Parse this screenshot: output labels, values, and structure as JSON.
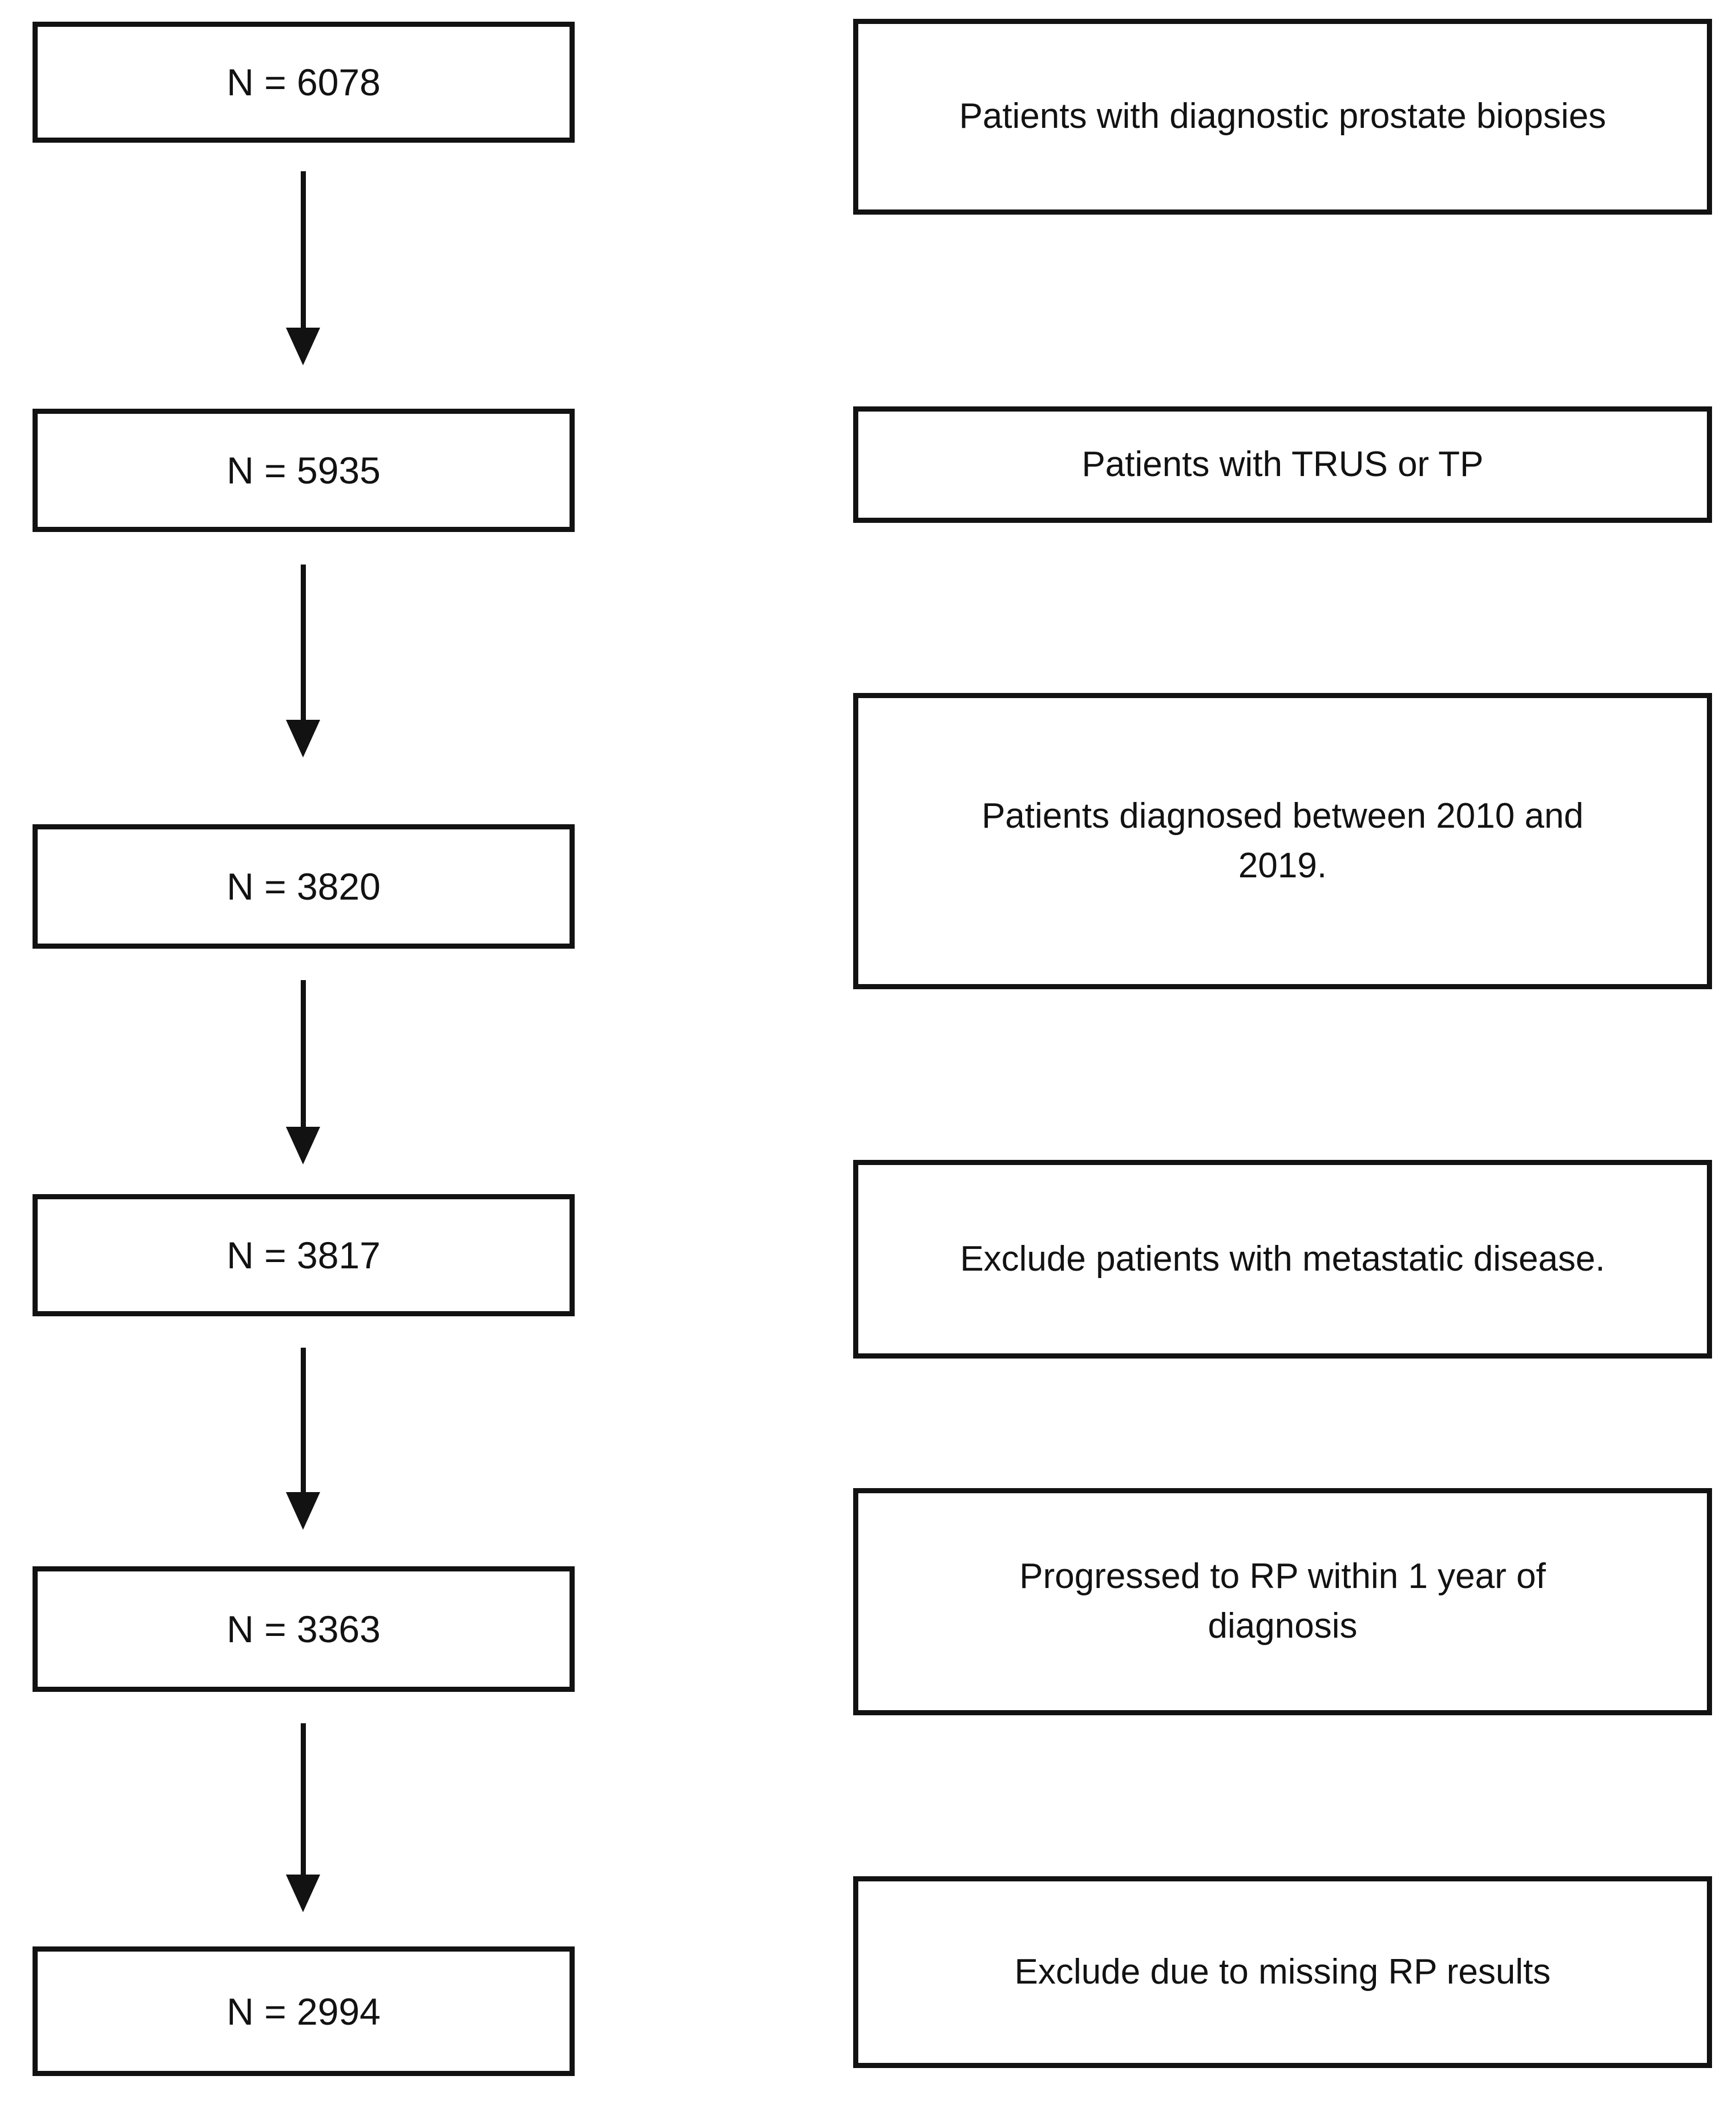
{
  "flow": {
    "kind": "patient-selection-flowchart",
    "direction": "top-to-bottom",
    "colors": {
      "border": "#121212",
      "text": "#121212",
      "background": "#ffffff",
      "arrow": "#121212"
    },
    "steps": [
      {
        "count": "N = 6078",
        "description": "Patients with diagnostic prostate biopsies"
      },
      {
        "count": "N = 5935",
        "description": "Patients with TRUS or TP"
      },
      {
        "count": "N = 3820",
        "description": "Patients diagnosed between 2010 and\n2019."
      },
      {
        "count": "N = 3817",
        "description": "Exclude patients with metastatic disease."
      },
      {
        "count": "N = 3363",
        "description": "Progressed to RP within 1 year of\ndiagnosis"
      },
      {
        "count": "N = 2994",
        "description": "Exclude due to missing RP results"
      }
    ],
    "connector_count": 5
  }
}
